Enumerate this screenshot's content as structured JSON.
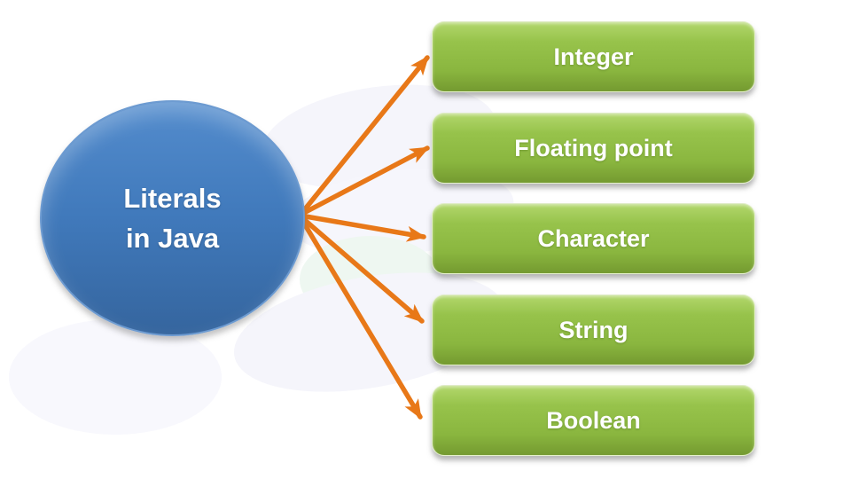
{
  "diagram": {
    "title": "Literals in Java diagram",
    "center_node": {
      "label_line1": "Literals",
      "label_line2": "in Java"
    },
    "boxes": [
      {
        "label": "Integer"
      },
      {
        "label": "Floating point"
      },
      {
        "label": "Character"
      },
      {
        "label": "String"
      },
      {
        "label": "Boolean"
      }
    ],
    "arrows": {
      "count": 5,
      "direction": "from center circle to each box"
    },
    "colors": {
      "circle_gradient_top": "#538ccd",
      "circle_gradient_bottom": "#35659e",
      "circle_border": "#6d9bd1",
      "box_gradient_top": "#b2d76c",
      "box_gradient_bottom": "#749a30",
      "arrow": "#e87818",
      "label_text": "#ffffff",
      "background": "#ffffff",
      "watermark_lavender": "#f5f5fb",
      "watermark_mint": "#eef7f1"
    }
  }
}
